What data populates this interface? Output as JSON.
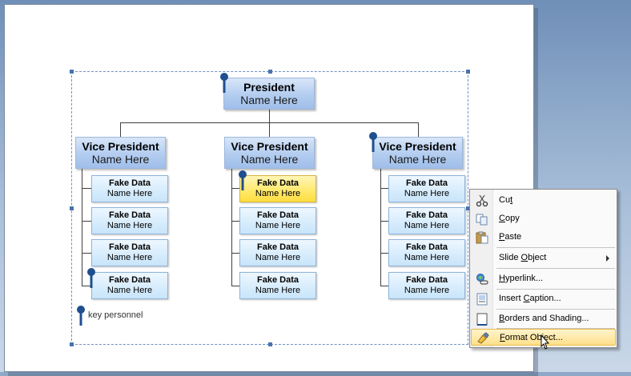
{
  "org": {
    "president": {
      "title": "President",
      "name": "Name Here"
    },
    "vps": [
      {
        "title": "Vice President",
        "name": "Name Here"
      },
      {
        "title": "Vice President",
        "name": "Name Here"
      },
      {
        "title": "Vice President",
        "name": "Name Here"
      }
    ],
    "children": {
      "title": "Fake Data",
      "names": [
        "Name Here",
        "Name Here",
        "Name Here",
        "Name Here",
        "Name Here",
        "Name Here",
        "Name Here",
        "Name Here",
        "Name Here",
        "Name Here",
        "Name Here",
        "Name Here"
      ],
      "alt_names": [
        "Name Here",
        "Name Here",
        "Name Here",
        "Name Here"
      ]
    },
    "legend": "key personnel"
  },
  "context_menu": {
    "items": [
      {
        "label": "Cut",
        "u": "t",
        "icon": "scissors-icon"
      },
      {
        "label": "Copy",
        "u": "C",
        "icon": "copy-icon"
      },
      {
        "label": "Paste",
        "u": "P",
        "icon": "paste-icon"
      },
      {
        "label": "Slide Object",
        "u": "O",
        "icon": "",
        "submenu": true
      },
      {
        "label": "Hyperlink...",
        "u": "H",
        "icon": "hyperlink-icon"
      },
      {
        "label": "Insert Caption...",
        "u": "C",
        "icon": "caption-icon"
      },
      {
        "label": "Borders and Shading...",
        "u": "B",
        "icon": "borders-icon"
      },
      {
        "label": "Format Object...",
        "u": "F",
        "icon": "format-object-icon",
        "highlighted": true
      }
    ]
  },
  "colors": {
    "highlight_box": "#ffe86a",
    "box_blue": "#b3cdf0",
    "menu_highlight": "#ffe08a",
    "key_icon": "#1f4f8f"
  }
}
